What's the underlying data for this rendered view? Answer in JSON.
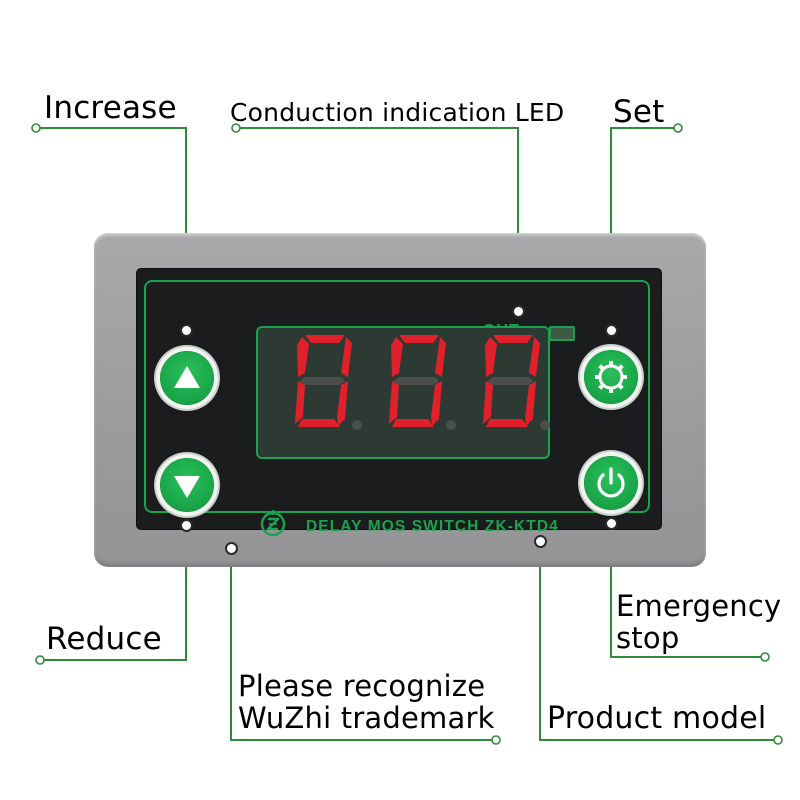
{
  "callouts": {
    "increase": "Increase",
    "conduction_led": "Conduction indication LED",
    "set": "Set",
    "reduce": "Reduce",
    "emergency_stop_line1": "Emergency",
    "emergency_stop_line2": "stop",
    "trademark_line1": "Please recognize",
    "trademark_line2": "WuZhi trademark",
    "product_model": "Product model"
  },
  "device": {
    "out_label": "OUT",
    "model_text": "DELAY MOS SWITCH ZK-KTD4",
    "display_digits": [
      "0",
      "0",
      "0"
    ]
  },
  "icons": {
    "increase": "up-triangle-icon",
    "reduce": "down-triangle-icon",
    "set": "gear-icon",
    "emergency_stop": "power-icon",
    "trademark": "wuzhi-logo-icon"
  },
  "colors": {
    "accent_green": "#1ba24f",
    "segment_red": "#e0202a",
    "leader_green": "#2e8b3a",
    "panel_black": "#1a1c1d",
    "case_gray": "#a0a0a2"
  }
}
